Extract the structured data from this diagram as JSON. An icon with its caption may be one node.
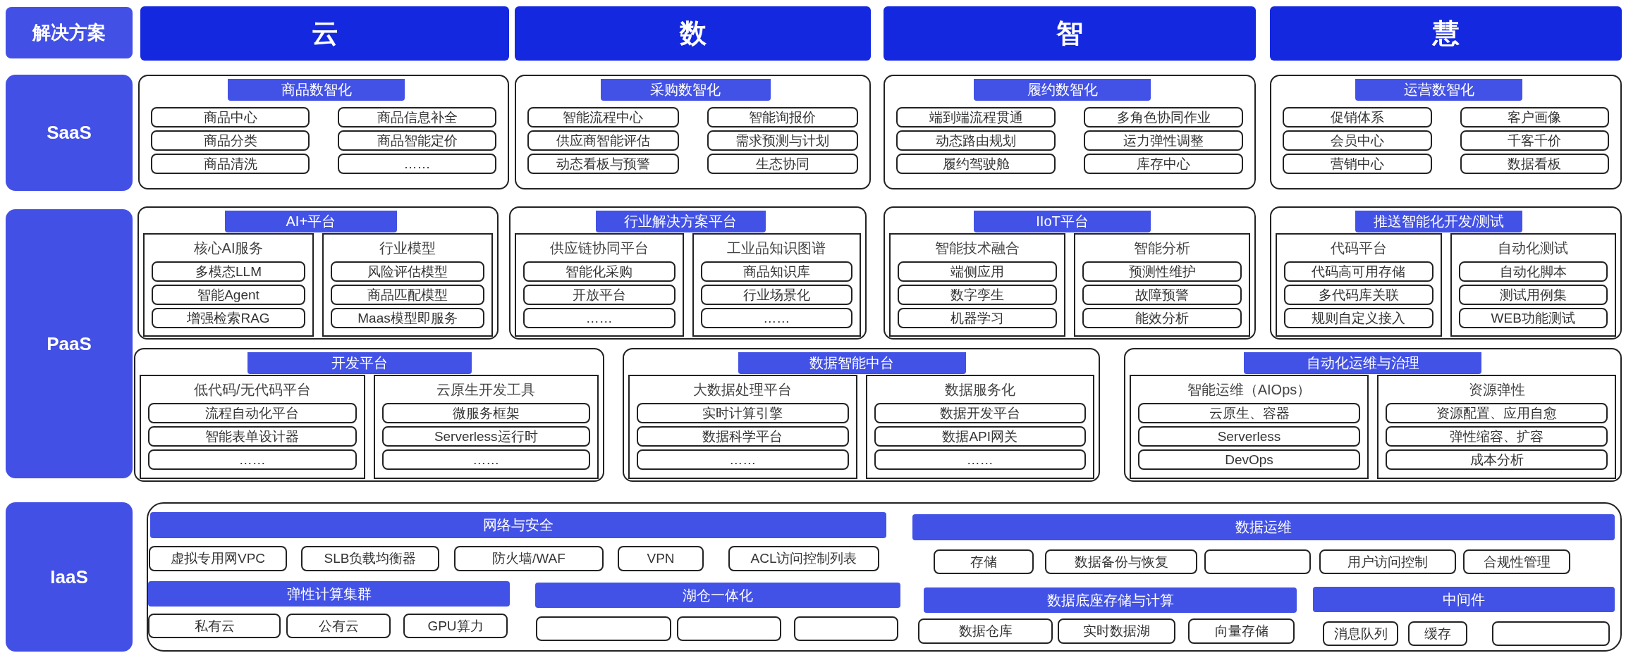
{
  "diagram": {
    "nodes": [
      {
        "text": [
          "解决方案"
        ]
      },
      {
        "text": [
          "云"
        ]
      },
      {
        "text": [
          "数"
        ]
      },
      {
        "text": [
          "智"
        ]
      },
      {
        "text": [
          "慧"
        ]
      },
      {
        "text": [
          "SaaS"
        ]
      },
      {
        "text": [
          "商品数智化"
        ]
      },
      {
        "text": [
          "商品中心"
        ],
        "in": 6
      },
      {
        "text": [
          "商品信息补全"
        ],
        "in": 6
      },
      {
        "text": [
          "商品分类"
        ],
        "in": 6
      },
      {
        "text": [
          "商品智能定价"
        ],
        "in": 6
      },
      {
        "text": [
          "商品清洗"
        ],
        "in": 6
      },
      {
        "text": [
          "……"
        ],
        "in": 6
      },
      {
        "text": [
          "采购数智化"
        ]
      },
      {
        "text": [
          "智能流程中心"
        ],
        "in": 13
      },
      {
        "text": [
          "智能询报价"
        ],
        "in": 13
      },
      {
        "text": [
          "供应商智能评估"
        ],
        "in": 13
      },
      {
        "text": [
          "需求预测与计划"
        ],
        "in": 13
      },
      {
        "text": [
          "动态看板与预警"
        ],
        "in": 13
      },
      {
        "text": [
          "生态协同"
        ],
        "in": 13
      },
      {
        "text": [
          "履约数智化"
        ]
      },
      {
        "text": [
          "端到端流程贯通"
        ],
        "in": 20
      },
      {
        "text": [
          "多角色协同作业"
        ],
        "in": 20
      },
      {
        "text": [
          "动态路由规划"
        ],
        "in": 20
      },
      {
        "text": [
          "运力弹性调整"
        ],
        "in": 20
      },
      {
        "text": [
          "履约驾驶舱"
        ],
        "in": 20
      },
      {
        "text": [
          "库存中心"
        ],
        "in": 20
      },
      {
        "text": [
          "运营数智化"
        ]
      },
      {
        "text": [
          "促销体系"
        ],
        "in": 27
      },
      {
        "text": [
          "客户画像"
        ],
        "in": 27
      },
      {
        "text": [
          "会员中心"
        ],
        "in": 27
      },
      {
        "text": [
          "千客千价"
        ],
        "in": 27
      },
      {
        "text": [
          "营销中心"
        ],
        "in": 27
      },
      {
        "text": [
          "数据看板"
        ],
        "in": 27
      },
      {
        "text": [
          "PaaS"
        ]
      },
      {
        "text": [
          "AI+平台"
        ]
      },
      {
        "text": [
          "核心AI服务"
        ],
        "in": 35
      },
      {
        "text": [
          "多模态LLM"
        ],
        "in": 36
      },
      {
        "text": [
          "智能Agent"
        ],
        "in": 36
      },
      {
        "text": [
          "增强检索RAG"
        ],
        "in": 36
      },
      {
        "text": [
          "行业模型"
        ],
        "in": 35
      },
      {
        "text": [
          "风险评估模型"
        ],
        "in": 40
      },
      {
        "text": [
          "商品匹配模型"
        ],
        "in": 40
      },
      {
        "text": [
          "Maas模型即服务"
        ],
        "in": 40
      },
      {
        "text": [
          "行业解决方案平台"
        ]
      },
      {
        "text": [
          "供应链协同平台"
        ],
        "in": 44
      },
      {
        "text": [
          "智能化采购"
        ],
        "in": 45
      },
      {
        "text": [
          "开放平台"
        ],
        "in": 45
      },
      {
        "text": [
          "……"
        ],
        "in": 45
      },
      {
        "text": [
          "工业品知识图谱"
        ],
        "in": 44
      },
      {
        "text": [
          "商品知识库"
        ],
        "in": 49
      },
      {
        "text": [
          "行业场景化"
        ],
        "in": 49
      },
      {
        "text": [
          "……"
        ],
        "in": 49
      },
      {
        "text": [
          "IIoT平台"
        ]
      },
      {
        "text": [
          "智能技术融合"
        ],
        "in": 53
      },
      {
        "text": [
          "端侧应用"
        ],
        "in": 54
      },
      {
        "text": [
          "数字孪生"
        ],
        "in": 54
      },
      {
        "text": [
          "机器学习"
        ],
        "in": 54
      },
      {
        "text": [
          "智能分析"
        ],
        "in": 53
      },
      {
        "text": [
          "预测性维护"
        ],
        "in": 58
      },
      {
        "text": [
          "故障预警"
        ],
        "in": 58
      },
      {
        "text": [
          "能效分析"
        ],
        "in": 58
      },
      {
        "text": [
          "推送智能化开发/测试"
        ]
      },
      {
        "text": [
          "代码平台"
        ],
        "in": 62
      },
      {
        "text": [
          "代码高可用存储"
        ],
        "in": 63
      },
      {
        "text": [
          "多代码库关联"
        ],
        "in": 63
      },
      {
        "text": [
          "规则自定义接入"
        ],
        "in": 63
      },
      {
        "text": [
          "自动化测试"
        ],
        "in": 62
      },
      {
        "text": [
          "自动化脚本"
        ],
        "in": 67
      },
      {
        "text": [
          "测试用例集"
        ],
        "in": 67
      },
      {
        "text": [
          "WEB功能测试"
        ],
        "in": 67
      },
      {
        "text": [
          "开发平台"
        ]
      },
      {
        "text": [
          "低代码/无代码平台"
        ],
        "in": 71
      },
      {
        "text": [
          "流程自动化平台"
        ],
        "in": 72
      },
      {
        "text": [
          "智能表单设计器"
        ],
        "in": 72
      },
      {
        "text": [
          "……"
        ],
        "in": 72
      },
      {
        "text": [
          "云原生开发工具"
        ],
        "in": 71
      },
      {
        "text": [
          "微服务框架"
        ],
        "in": 76
      },
      {
        "text": [
          "Serverless运行时"
        ],
        "in": 76
      },
      {
        "text": [
          "……"
        ],
        "in": 76
      },
      {
        "text": [
          "数据智能中台"
        ]
      },
      {
        "text": [
          "大数据处理平台"
        ],
        "in": 80
      },
      {
        "text": [
          "实时计算引擎"
        ],
        "in": 81
      },
      {
        "text": [
          "数据科学平台"
        ],
        "in": 81
      },
      {
        "text": [
          "……"
        ],
        "in": 81
      },
      {
        "text": [
          "数据服务化"
        ],
        "in": 80
      },
      {
        "text": [
          "数据开发平台"
        ],
        "in": 85
      },
      {
        "text": [
          "数据API网关"
        ],
        "in": 85
      },
      {
        "text": [
          "……"
        ],
        "in": 85
      },
      {
        "text": [
          "自动化运维与治理"
        ]
      },
      {
        "text": [
          "智能运维（AIOps）"
        ],
        "in": 89
      },
      {
        "text": [
          "云原生、容器"
        ],
        "in": 90
      },
      {
        "text": [
          "Serverless"
        ],
        "in": 90
      },
      {
        "text": [
          "DevOps"
        ],
        "in": 90
      },
      {
        "text": [
          "资源弹性"
        ],
        "in": 89
      },
      {
        "text": [
          "资源配置、应用自愈"
        ],
        "in": 94
      },
      {
        "text": [
          "弹性缩容、扩容"
        ],
        "in": 94
      },
      {
        "text": [
          "成本分析"
        ],
        "in": 94
      },
      {
        "text": [
          "IaaS"
        ]
      },
      {
        "text": [],
        "shape": "box"
      },
      {
        "text": [
          "网络与安全"
        ],
        "in": 99
      },
      {
        "text": [
          "虚拟专用网VPC"
        ],
        "in": 99
      },
      {
        "text": [
          "SLB负载均衡器"
        ],
        "in": 99
      },
      {
        "text": [
          "防火墙/WAF"
        ],
        "in": 99
      },
      {
        "text": [
          "VPN"
        ],
        "in": 99
      },
      {
        "text": [
          "ACL访问控制列表"
        ],
        "in": 99
      },
      {
        "text": [
          "数据运维"
        ],
        "in": 99
      },
      {
        "text": [
          "存储"
        ],
        "in": 99
      },
      {
        "text": [
          "数据备份与恢复"
        ],
        "in": 99
      },
      {
        "text": [],
        "shape": "box",
        "in": 99
      },
      {
        "text": [
          "用户访问控制"
        ],
        "in": 99
      },
      {
        "text": [
          "合规性管理"
        ],
        "in": 99
      },
      {
        "text": [
          "弹性计算集群"
        ],
        "in": 99
      },
      {
        "text": [
          "私有云"
        ],
        "in": 99
      },
      {
        "text": [
          "公有云"
        ],
        "in": 99
      },
      {
        "text": [
          "GPU算力"
        ],
        "in": 99
      },
      {
        "text": [
          "湖仓一体化"
        ],
        "in": 99
      },
      {
        "text": [],
        "shape": "box",
        "in": 99
      },
      {
        "text": [],
        "shape": "box",
        "in": 99
      },
      {
        "text": [],
        "shape": "box",
        "in": 99
      },
      {
        "text": [
          "数据底座存储与计算"
        ],
        "in": 99
      },
      {
        "text": [
          "数据仓库"
        ],
        "in": 99
      },
      {
        "text": [
          "实时数据湖"
        ],
        "in": 99
      },
      {
        "text": [
          "向量存储"
        ],
        "in": 99
      },
      {
        "text": [
          "中间件"
        ],
        "in": 99
      },
      {
        "text": [
          "消息队列"
        ],
        "in": 99
      },
      {
        "text": [
          "缓存"
        ],
        "in": 99
      },
      {
        "text": [],
        "shape": "box",
        "in": 99
      }
    ]
  }
}
